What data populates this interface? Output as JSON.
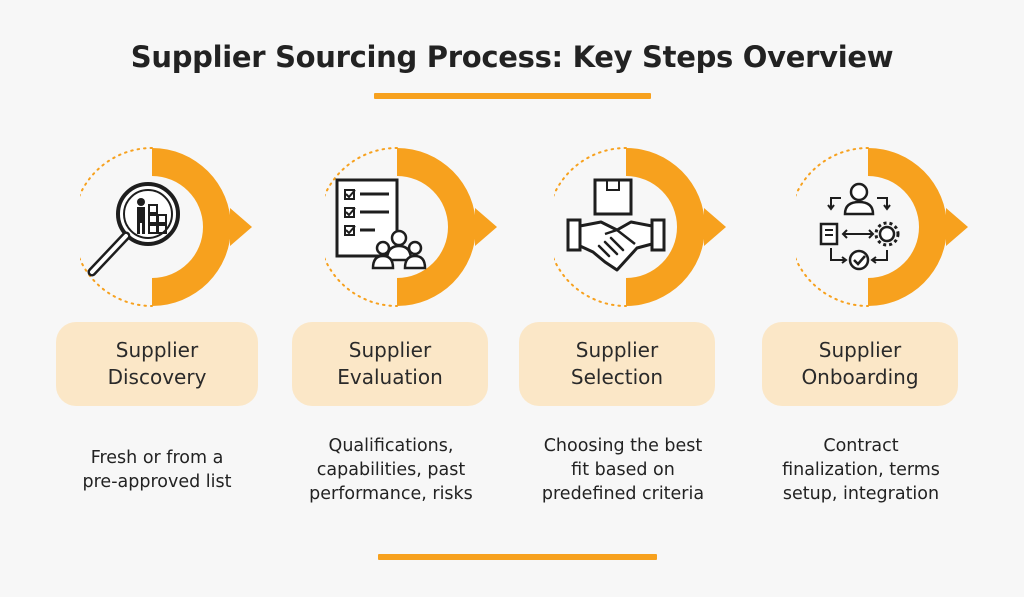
{
  "title": "Supplier Sourcing Process: Key Steps Overview",
  "colors": {
    "accent": "#f7a11e",
    "accent_light": "#fbe7c7",
    "background": "#f7f7f7"
  },
  "steps": [
    {
      "label_line1": "Supplier",
      "label_line2": "Discovery",
      "desc_lines": [
        "Fresh or from a",
        "pre-approved list"
      ],
      "icon": "magnifier-supplier-icon"
    },
    {
      "label_line1": "Supplier",
      "label_line2": "Evaluation",
      "desc_lines": [
        "Qualifications,",
        "capabilities, past",
        "performance, risks"
      ],
      "icon": "checklist-team-icon"
    },
    {
      "label_line1": "Supplier",
      "label_line2": "Selection",
      "desc_lines": [
        "Choosing the best",
        "fit based on",
        "predefined criteria"
      ],
      "icon": "handshake-box-icon"
    },
    {
      "label_line1": "Supplier",
      "label_line2": "Onboarding",
      "desc_lines": [
        "Contract",
        "finalization, terms",
        "setup, integration"
      ],
      "icon": "onboarding-flow-icon"
    }
  ]
}
